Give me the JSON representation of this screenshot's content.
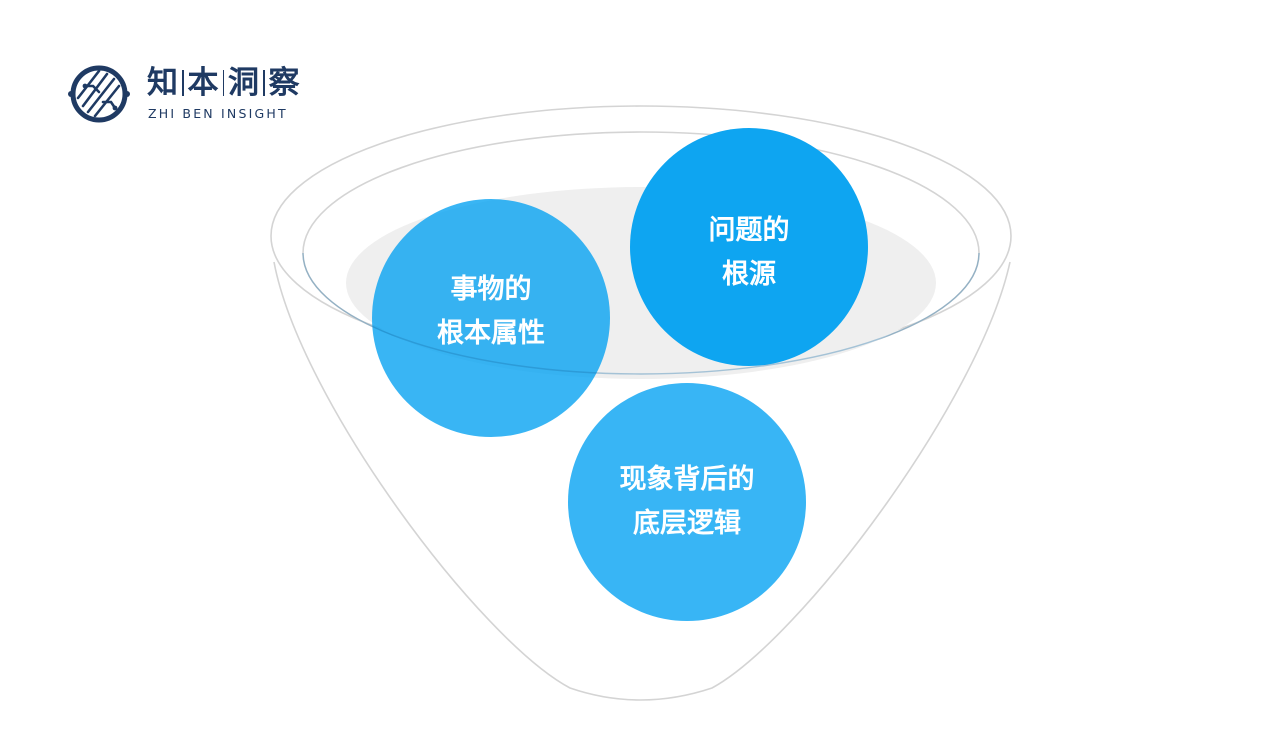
{
  "brand": {
    "chars": [
      "知",
      "本",
      "洞",
      "察"
    ],
    "name_en": "ZHI BEN INSIGHT",
    "icon": "circuit-globe-icon",
    "color": "#1f3a63"
  },
  "funnel": {
    "outline_color": "#d4d4d4",
    "inner_fill_color": "#efefef"
  },
  "bubbles": [
    {
      "id": "essential-attributes",
      "lines": [
        "事物的",
        "根本属性"
      ],
      "color": "#0ea5f1"
    },
    {
      "id": "root-cause",
      "lines": [
        "问题的",
        "根源"
      ],
      "color": "#0ea5f1"
    },
    {
      "id": "underlying-logic",
      "lines": [
        "现象背后的",
        "底层逻辑"
      ],
      "color": "#38b5f5"
    }
  ]
}
